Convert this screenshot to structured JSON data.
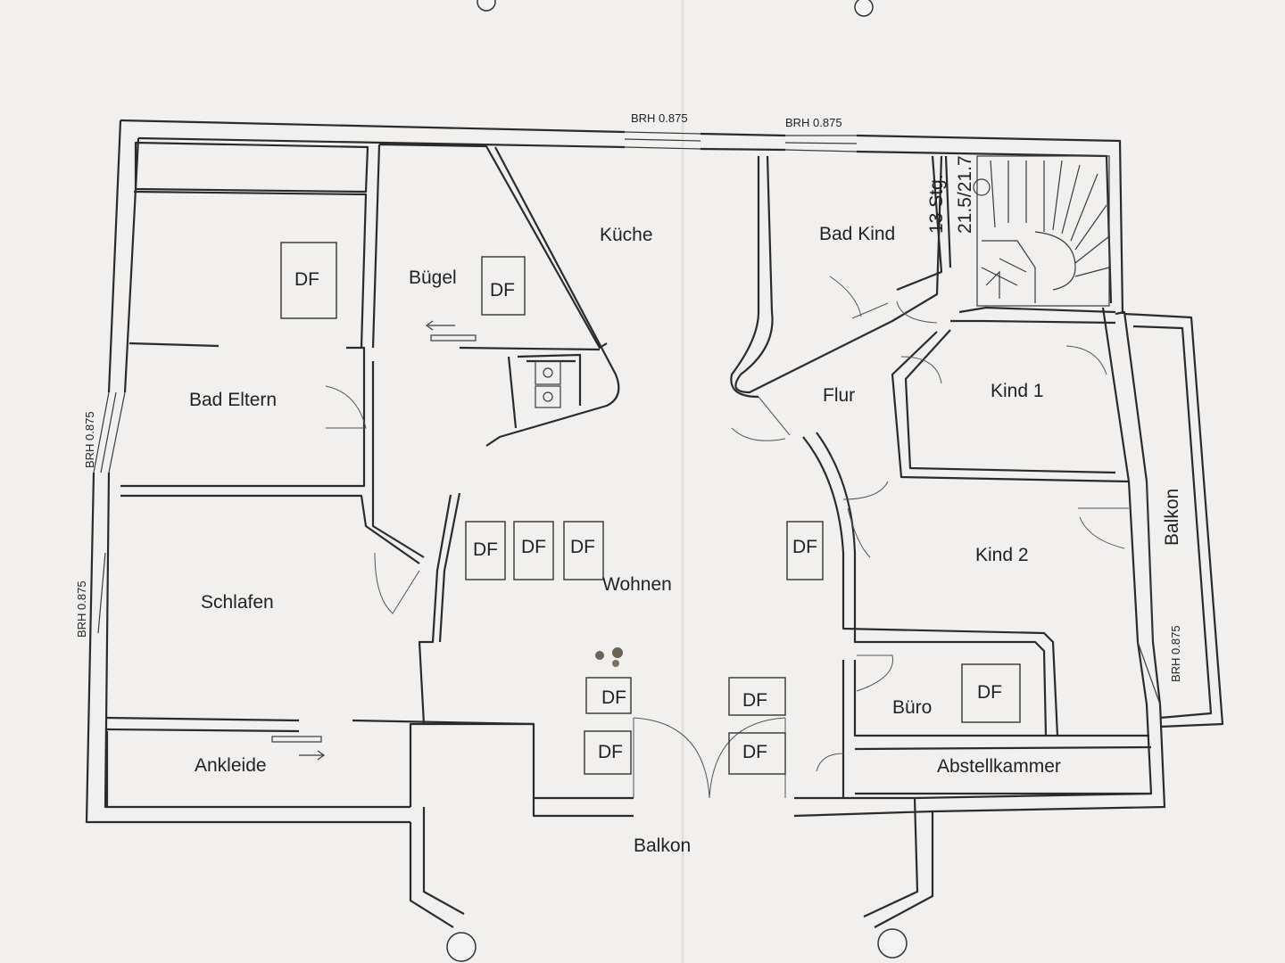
{
  "rooms": {
    "kueche": "Küche",
    "buegel": "Bügel",
    "bad_kind": "Bad Kind",
    "bad_eltern": "Bad Eltern",
    "flur": "Flur",
    "kind1": "Kind 1",
    "kind2": "Kind 2",
    "schlafen": "Schlafen",
    "wohnen": "Wohnen",
    "buero": "Büro",
    "abstellkammer": "Abstellkammer",
    "ankleide": "Ankleide",
    "balkon_south": "Balkon",
    "balkon_east": "Balkon"
  },
  "window_labels": {
    "top_left": "BRH 0.875",
    "top_right": "BRH 0.875",
    "left_upper": "BRH 0.875",
    "left_lower": "BRH 0.875",
    "right": "BRH 0.875"
  },
  "stairs": {
    "steps": "13 Stg.",
    "ratio": "21.5/21.7"
  },
  "df_label": "DF"
}
